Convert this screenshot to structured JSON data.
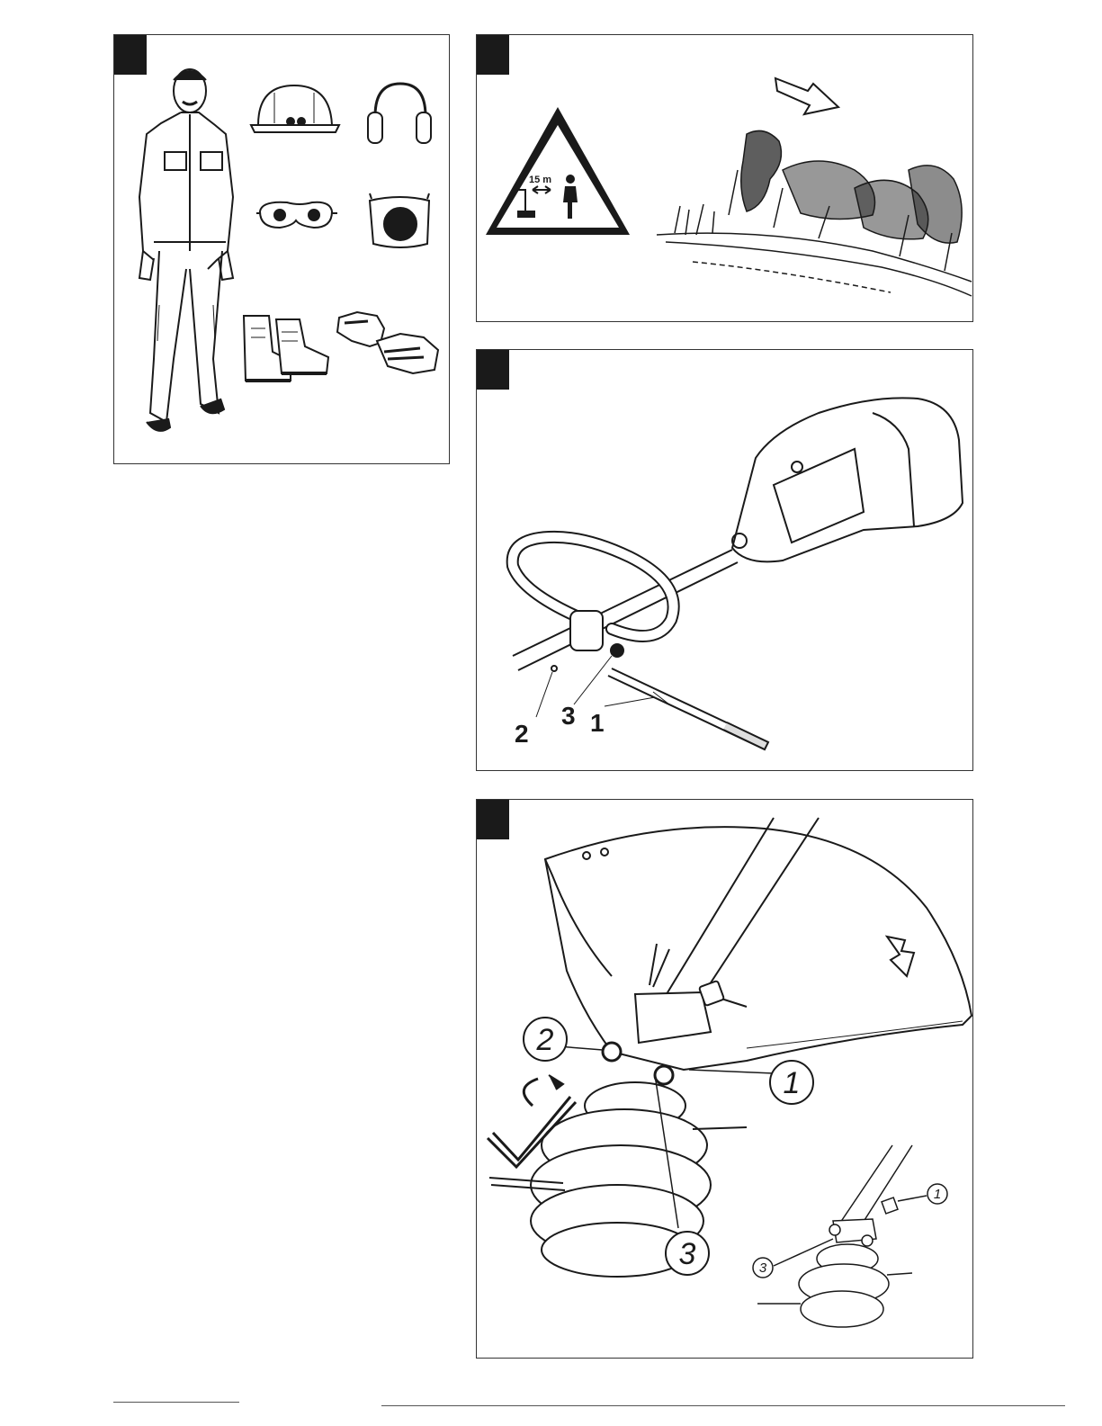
{
  "figures": [
    {
      "id": "fig-ppe",
      "callouts": []
    },
    {
      "id": "fig-safety-distance",
      "sign_text": "15 m"
    },
    {
      "id": "fig-handle-assembly",
      "callouts": [
        "2",
        "3",
        "1"
      ]
    },
    {
      "id": "fig-guard-assembly",
      "callouts": [
        "2",
        "1",
        "3"
      ],
      "inset_callouts": [
        "1",
        "3"
      ]
    }
  ],
  "colors": {
    "ink": "#1a1a1a",
    "frame": "#333333",
    "paper": "#ffffff",
    "sign_fill": "#ffffff"
  },
  "icons": [
    "hard-hat-icon",
    "ear-muffs-icon",
    "goggles-icon",
    "face-visor-icon",
    "boots-icon",
    "gloves-icon",
    "warning-triangle-icon",
    "direction-arrow-icon"
  ]
}
